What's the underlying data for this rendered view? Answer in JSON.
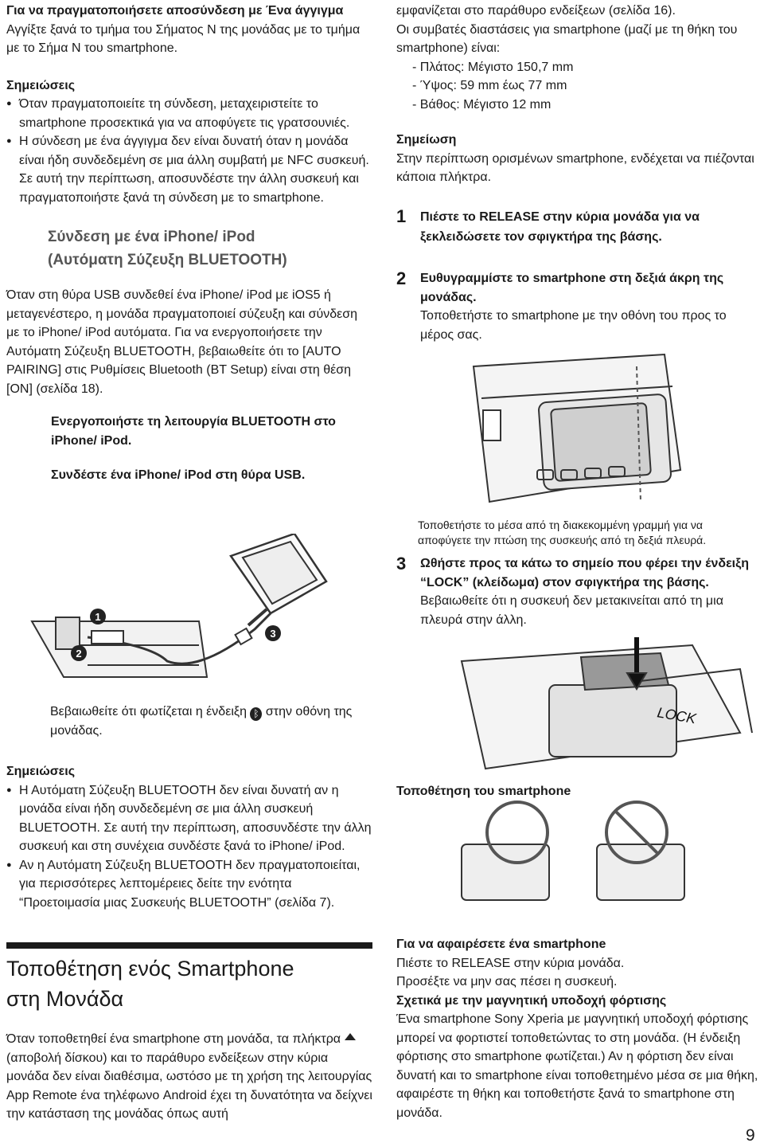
{
  "left": {
    "nfc_heading": "Για να πραγματοποιήσετε αποσύνδεση με Ένα άγγιγμα",
    "nfc_text": "Αγγίξτε ξανά το τμήμα του Σήματος N της μονάδας με το τμήμα με το Σήμα N του smartphone.",
    "notes1_title": "Σημειώσεις",
    "notes1": [
      "Όταν πραγματοποιείτε τη σύνδεση, μεταχειριστείτε το smartphone προσεκτικά για να αποφύγετε τις γρατσουνιές.",
      "Η σύνδεση με ένα άγγιγμα δεν είναι δυνατή όταν η μονάδα είναι ήδη συνδεδεμένη σε μια άλλη συμβατή με NFC συσκευή. Σε αυτή την περίπτωση, αποσυνδέστε την άλλη συσκευή και πραγματοποιήστε ξανά τη σύνδεση με το smartphone."
    ],
    "iphone_heading_1": "Σύνδεση με ένα iPhone/ iPod",
    "iphone_heading_2": "(Αυτόματη Σύζευξη BLUETOOTH)",
    "iphone_text": "Όταν στη θύρα USB συνδεθεί ένα iPhone/ iPod με iOS5 ή μεταγενέστερο, η μονάδα πραγματοποιεί σύζευξη και σύνδεση με το iPhone/ iPod αυτόματα. Για να ενεργοποιήσετε την Αυτόματη Σύζευξη BLUETOOTH, βεβαιωθείτε ότι το [AUTO PAIRING] στις Ρυθμίσεις Bluetooth (BT Setup) είναι στη θέση [ON] (σελίδα 18).",
    "step1": "Ενεργοποιήστε τη λειτουργία BLUETOOTH στο iPhone/ iPod.",
    "step2": "Συνδέστε ένα iPhone/ iPod στη θύρα USB.",
    "figure_labels": [
      "1",
      "2",
      "3"
    ],
    "confirm_text_a": "Βεβαιωθείτε ότι φωτίζεται η ένδειξη",
    "confirm_text_b": "στην οθόνη της μονάδας.",
    "notes2_title": "Σημειώσεις",
    "notes2": [
      "Η Αυτόματη Σύζευξη BLUETOOTH δεν είναι δυνατή αν η μονάδα είναι ήδη συνδεδεμένη σε μια άλλη συσκευή BLUETOOTH. Σε αυτή την περίπτωση, αποσυνδέστε την άλλη συσκευή και στη συνέχεια συνδέστε ξανά το iPhone/ iPod.",
      "Αν η Αυτόματη Σύζευξη BLUETOOTH δεν πραγματοποιείται, για περισσότερες λεπτομέρειες δείτε την ενότητα “Προετοιμασία μιας Συσκευής BLUETOOTH” (σελίδα 7)."
    ],
    "section_title_1": "Τοποθέτηση ενός Smartphone",
    "section_title_2": "στη Μονάδα",
    "section_text_a": "Όταν τοποθετηθεί ένα smartphone στη μονάδα, τα πλήκτρα",
    "section_text_b": "(αποβολή δίσκου) και το παράθυρο ενδείξεων στην κύρια μονάδα δεν είναι διαθέσιμα, ωστόσο με τη χρήση της λειτουργίας App Remote ένα τηλέφωνο Android έχει τη δυνατότητα να δείχνει την κατάσταση της μονάδας όπως αυτή"
  },
  "right": {
    "cont_text": "εμφανίζεται στο παράθυρο ενδείξεων (σελίδα 16).",
    "dims_intro": "Οι συμβατές διαστάσεις για smartphone (μαζί με τη θήκη του smartphone) είναι:",
    "dims": [
      "- Πλάτος: Μέγιστο 150,7 mm",
      "- Ύψος: 59 mm έως 77 mm",
      "- Βάθος: Μέγιστο 12 mm"
    ],
    "note_title": "Σημείωση",
    "note_text": "Στην περίπτωση ορισμένων smartphone, ενδέχεται να πιέζονται κάποια πλήκτρα.",
    "step1_num": "1",
    "step1": "Πιέστε το RELEASE στην κύρια μονάδα για να ξεκλειδώσετε τον σφιγκτήρα της βάσης.",
    "step2_num": "2",
    "step2": "Ευθυγραμμίστε το smartphone στη δεξιά άκρη της μονάδας.",
    "step2_text": "Τοποθετήστε το smartphone με την οθόνη του προς το μέρος σας.",
    "caption": "Τοποθετήστε το μέσα από τη διακεκομμένη γραμμή για να αποφύγετε την πτώση της συσκευής από τη δεξιά πλευρά.",
    "step3_num": "3",
    "step3": "Ωθήστε προς τα κάτω το σημείο που φέρει την ένδειξη “LOCK” (κλείδωμα) στον σφιγκτήρα της βάσης.",
    "step3_text": "Βεβαιωθείτε ότι η συσκευή δεν μετακινείται από τη μια πλευρά στην άλλη.",
    "lock_label": "LOCK",
    "placing_title": "Τοποθέτηση του smartphone",
    "remove_title": "Για να αφαιρέσετε ένα smartphone",
    "remove_text_1": "Πιέστε το RELEASE στην κύρια μονάδα.",
    "remove_text_2": "Προσέξτε να μην σας πέσει η συσκευή.",
    "magnet_title": "Σχετικά με την μαγνητική υποδοχή φόρτισης",
    "magnet_text": "Ένα smartphone Sony Xperia με μαγνητική υποδοχή φόρτισης μπορεί να φορτιστεί τοποθετώντας το στη μονάδα. (Η ένδειξη φόρτισης στο smartphone φωτίζεται.) Αν η φόρτιση δεν είναι δυνατή και το smartphone είναι τοποθετημένο μέσα σε μια θήκη, αφαιρέστε τη θήκη και τοποθετήστε ξανά το smartphone στη μονάδα."
  },
  "page_number": "9"
}
